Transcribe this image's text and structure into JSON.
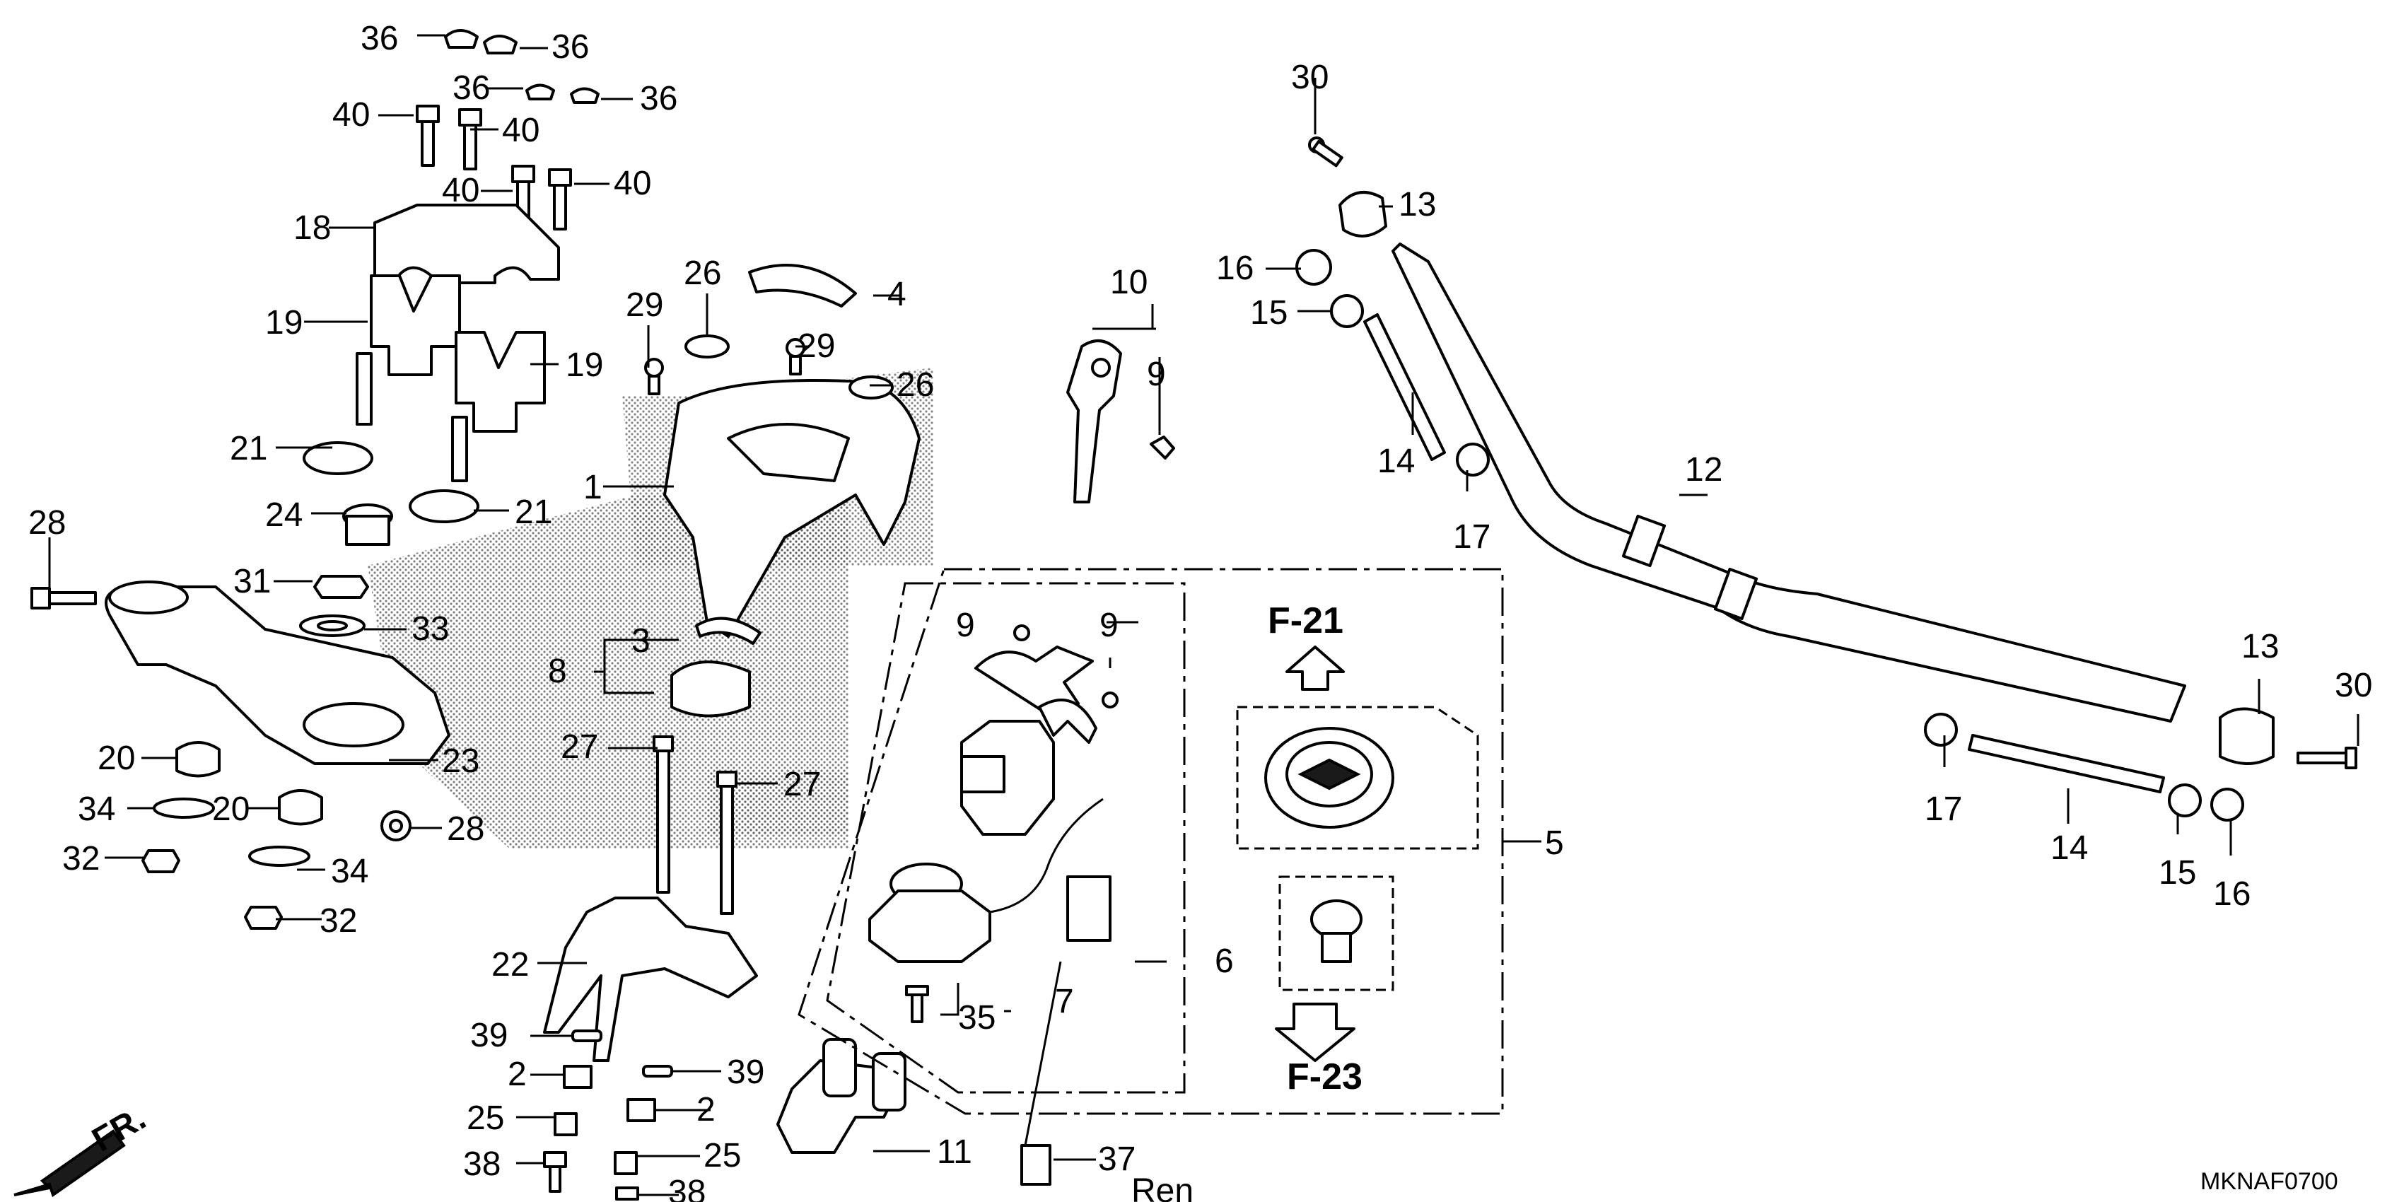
{
  "callouts": {
    "c36a": "36",
    "c36b": "36",
    "c36c": "36",
    "c36d": "36",
    "c40a": "40",
    "c40b": "40",
    "c40c": "40",
    "c40d": "40",
    "c18": "18",
    "c19a": "19",
    "c19b": "19",
    "c21a": "21",
    "c21b": "21",
    "c24": "24",
    "c28a": "28",
    "c28b": "28",
    "c31": "31",
    "c33": "33",
    "c20a": "20",
    "c20b": "20",
    "c23": "23",
    "c34a": "34",
    "c34b": "34",
    "c32a": "32",
    "c32b": "32",
    "c26a": "26",
    "c26b": "26",
    "c4": "4",
    "c29a": "29",
    "c29b": "29",
    "c1": "1",
    "c3": "3",
    "c8": "8",
    "c27a": "27",
    "c27b": "27",
    "c22": "22",
    "c39a": "39",
    "c39b": "39",
    "c2a": "2",
    "c2b": "2",
    "c25a": "25",
    "c25b": "25",
    "c38a": "38",
    "c38b": "38",
    "c11": "11",
    "c37": "37",
    "c10": "10",
    "c9a": "9",
    "c9b": "9",
    "c9c": "9",
    "c35": "35",
    "c7": "7",
    "c6": "6",
    "c5": "5",
    "c30a": "30",
    "c30b": "30",
    "c13a": "13",
    "c13b": "13",
    "c16a": "16",
    "c16b": "16",
    "c15a": "15",
    "c15b": "15",
    "c14a": "14",
    "c14b": "14",
    "c17a": "17",
    "c17b": "17",
    "c12": "12"
  },
  "refs": {
    "up": "F-21",
    "down": "F-23"
  },
  "front_label": "FR.",
  "diagram_code": "MKNAF0700",
  "cut_text": "Ren"
}
